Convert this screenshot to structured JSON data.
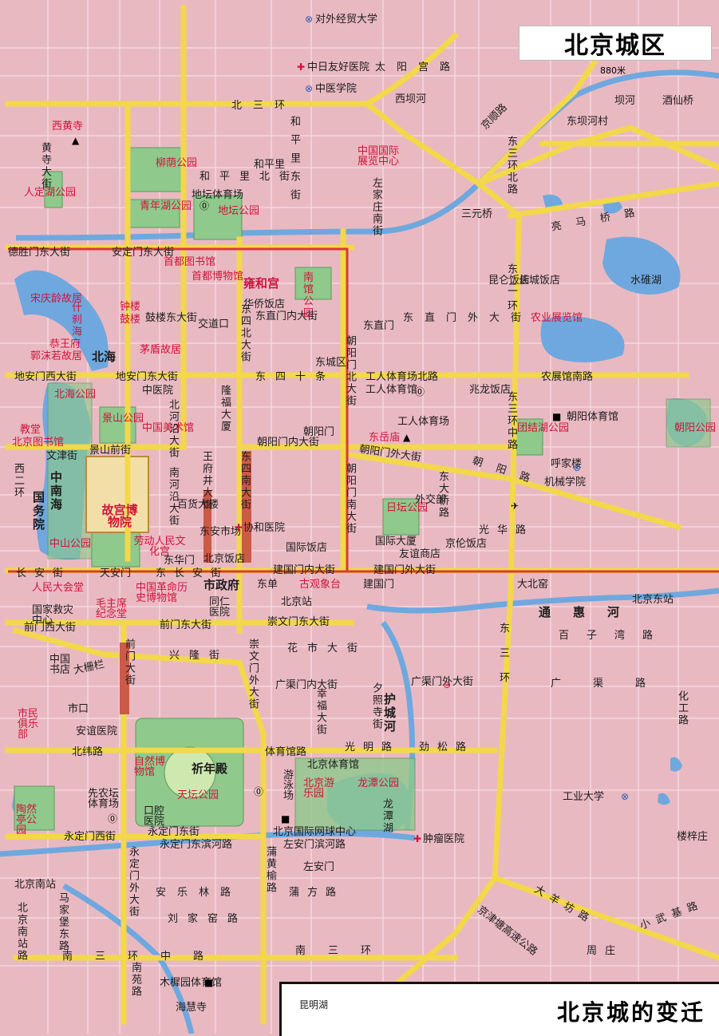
{
  "map": {
    "title": "北京城区",
    "scale_label": "880米",
    "inset_title": "北京城的变迁",
    "inset_label": "昆明湖",
    "colors": {
      "background": "#e9b9c2",
      "road": "#f2d84a",
      "water": "#6fa8de",
      "park": "#8fc98c",
      "subway": "#d63a3a",
      "label_red": "#d0143c"
    }
  },
  "labels": {
    "l1": "对外经贸大学",
    "l2": "太阳宫路",
    "l3": "中日友好医院",
    "l4": "中医学院",
    "l5": "西坝河",
    "l6": "坝河",
    "l7": "酒仙桥",
    "l8": "东坝河村",
    "l9": "西黄寺",
    "l10": "黄寺大街",
    "l11": "柳荫公园",
    "l12": "青年湖公园",
    "l13": "人定湖公园",
    "l14": "地坛公园",
    "l15": "地坛体育场",
    "l16": "和平里北街",
    "l17": "和平里",
    "l18": "中国国际展览中心",
    "l19": "左家庄南街",
    "l20": "三元桥",
    "l21": "亮马桥路",
    "l22": "德胜门东大街",
    "l23": "安定门东大街",
    "l24": "首都图书馆",
    "l25": "首都博物馆",
    "l26": "雍和宫",
    "l27": "南馆公园",
    "l28": "华侨饭店",
    "l29": "昆仑饭店",
    "l30": "长城饭店",
    "l31": "宋庆龄故居",
    "l32": "什刹海",
    "l33": "钟楼",
    "l34": "鼓楼",
    "l35": "鼓楼东大街",
    "l36": "交道口",
    "l37": "茅盾故居",
    "l38": "东直门内大街",
    "l39": "东直门",
    "l40": "东直门外大街",
    "l41": "农业展览馆",
    "l42": "水碓湖",
    "l43": "郭沫若故居",
    "l44": "恭王府",
    "l45": "北海",
    "l46": "地安门西大街",
    "l47": "地安门东大街",
    "l48": "东四十条",
    "l49": "工人体育场北路",
    "l50": "农展馆南路",
    "l51": "北海公园",
    "l52": "中医院",
    "l53": "隆福大厦",
    "l54": "工人体育馆",
    "l55": "工人体育场",
    "l56": "兆龙饭店",
    "l57": "朝阳体育馆",
    "l58": "团结湖公园",
    "l59": "朝阳公园",
    "l60": "景山公园",
    "l61": "中国美术馆",
    "l62": "北京图书馆",
    "l63": "教堂",
    "l64": "文津街",
    "l65": "景山前街",
    "l66": "朝阳门内大街",
    "l67": "朝阳门",
    "l68": "东岳庙",
    "l69": "朝阳门外大街",
    "l70": "机械学院",
    "l71": "朝阳路",
    "l72": "故宫博物院",
    "l73": "中南海",
    "l74": "国务院",
    "l75": "百货大楼",
    "l76": "协和医院",
    "l77": "东安市场",
    "l78": "北京饭店",
    "l79": "日坛公园",
    "l80": "国际饭店",
    "l81": "国际大厦",
    "l82": "友谊商店",
    "l83": "京伦饭店",
    "l84": "中山公园",
    "l85": "劳动人民文化宫",
    "l86": "天安门",
    "l87": "长安街",
    "l88": "东长安街",
    "l89": "建国门内大街",
    "l90": "建国门外大街",
    "l91": "建国门",
    "l92": "市政府",
    "l93": "东单",
    "l94": "古观象台",
    "l95": "大北窑",
    "l96": "人民大会堂",
    "l97": "中国革命历史博物馆",
    "l98": "毛主席纪念堂",
    "l99": "同仁医院",
    "l100": "北京站",
    "l101": "北京东站",
    "l102": "通惠河",
    "l103": "国家救灾中心",
    "l104": "前门西大街",
    "l105": "前门东大街",
    "l106": "崇文门东大街",
    "l107": "百子湾路",
    "l108": "中国书店",
    "l109": "大栅栏",
    "l110": "前门大街",
    "l111": "花市大街",
    "l112": "兴隆街",
    "l113": "崇文门外大街",
    "l114": "广渠门内大街",
    "l115": "广渠门外大街",
    "l116": "市口",
    "l117": "夕照寺街",
    "l118": "幸福大街",
    "l119": "护城河",
    "l120": "广渠路",
    "l121": "化工路",
    "l122": "安谊医院",
    "l123": "市民俱乐部",
    "l124": "自然博物馆",
    "l125": "祈年殿",
    "l126": "天坛公园",
    "l127": "北纬路",
    "l128": "体育馆路",
    "l129": "光明路",
    "l130": "劲松路",
    "l131": "北京体育馆",
    "l132": "游泳场",
    "l133": "北京游乐园",
    "l134": "龙潭公园",
    "l135": "龙潭湖",
    "l136": "先农坛体育场",
    "l137": "陶然亭公园",
    "l138": "口腔医院",
    "l139": "永定门西街",
    "l140": "永定门东街",
    "l141": "永定门东滨河路",
    "l142": "北京国际网球中心",
    "l143": "左安门滨河路",
    "l144": "肿瘤医院",
    "l145": "工业大学",
    "l146": "楼梓庄",
    "l147": "北京南站",
    "l148": "马家堡东路",
    "l149": "安乐林路",
    "l150": "刘家窑路",
    "l151": "蒲黄榆路",
    "l152": "蒲方路",
    "l153": "南三环中路",
    "l154": "南三环",
    "l155": "东三环",
    "l156": "京津塘高速公路",
    "l157": "大羊坊路",
    "l158": "小武基路",
    "l159": "木樨园体育馆",
    "l160": "海慧寺",
    "l161": "南苑路",
    "l162": "永定门外大街",
    "l163": "周庄",
    "l164": "东四南大街",
    "l165": "王府井大街",
    "l166": "北三环",
    "l167": "东二环",
    "l168": "京顺路",
    "l169": "西二环",
    "l170": "北京南站路",
    "l171": "和平里东街",
    "l172": "东城区",
    "l173": "北河沿大街",
    "l174": "南河沿大街",
    "l175": "东华门",
    "l176": "东四北大街",
    "l177": "朝阳门北大街",
    "l178": "朝阳门南大街",
    "l179": "东大桥路",
    "l180": "外交部",
    "l181": "呼家楼",
    "l182": "光华路",
    "l183": "东三环中路",
    "l184": "东三环北路",
    "l185": "左安门"
  }
}
